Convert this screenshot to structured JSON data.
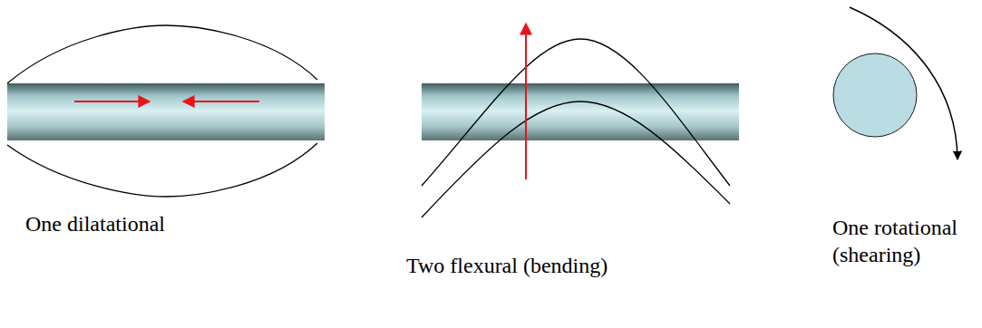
{
  "diagram": {
    "labels": [
      "One dilatational",
      "Two flexural (bending)",
      "One rotational (shearing)"
    ]
  }
}
